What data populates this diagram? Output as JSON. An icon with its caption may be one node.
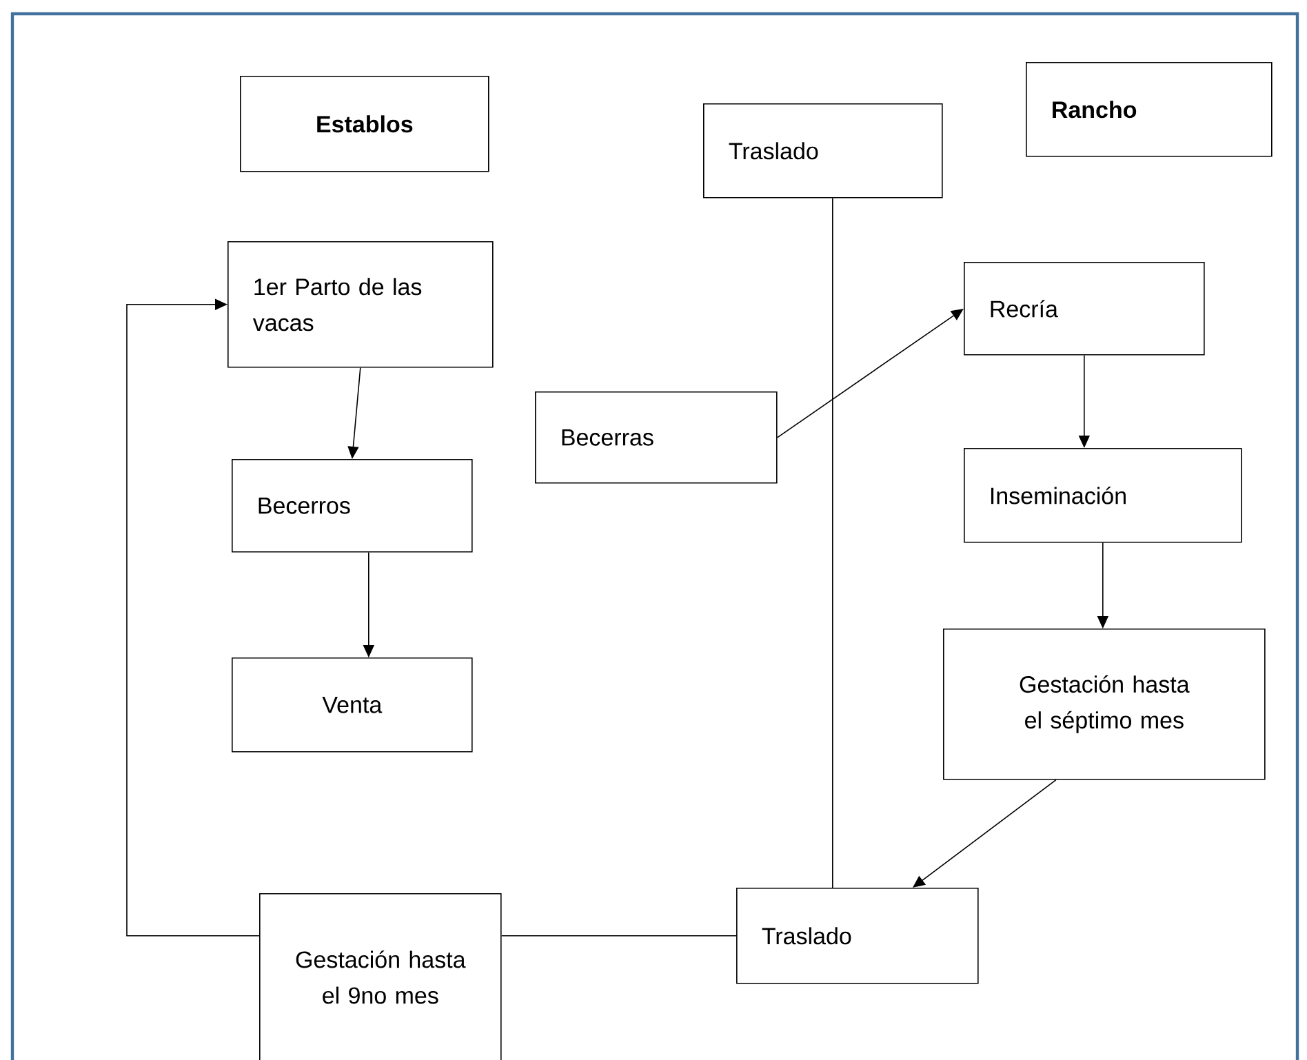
{
  "diagram": {
    "nodes": [
      {
        "text": [
          "Establos"
        ]
      },
      {
        "text": [
          "Traslado"
        ]
      },
      {
        "text": [
          "Rancho"
        ]
      },
      {
        "text": [
          "1er Parto de las vacas"
        ]
      },
      {
        "text": [
          "Recría"
        ]
      },
      {
        "text": [
          "Becerras"
        ]
      },
      {
        "text": [
          "Becerros"
        ]
      },
      {
        "text": [
          "Inseminación"
        ]
      },
      {
        "text": [
          "Venta"
        ]
      },
      {
        "text": [
          "Gestación hasta el séptimo mes"
        ]
      },
      {
        "text": [
          "Gestación hasta el 9no mes"
        ]
      },
      {
        "text": [
          "Traslado"
        ]
      }
    ],
    "edges": [
      {
        "from": 3,
        "to": 6,
        "arrow": "to"
      },
      {
        "from": 6,
        "to": 8,
        "arrow": "to"
      },
      {
        "from": 5,
        "to": 4,
        "arrow": "to"
      },
      {
        "from": 4,
        "to": 7,
        "arrow": "to"
      },
      {
        "from": 7,
        "to": 9,
        "arrow": "to"
      },
      {
        "from": 9,
        "to": 11,
        "arrow": "to"
      },
      {
        "from": 1,
        "to": 11,
        "arrow": "none"
      },
      {
        "from": 11,
        "to": 10,
        "arrow": "none"
      },
      {
        "from": 10,
        "to": 3,
        "arrow": "to"
      }
    ]
  }
}
